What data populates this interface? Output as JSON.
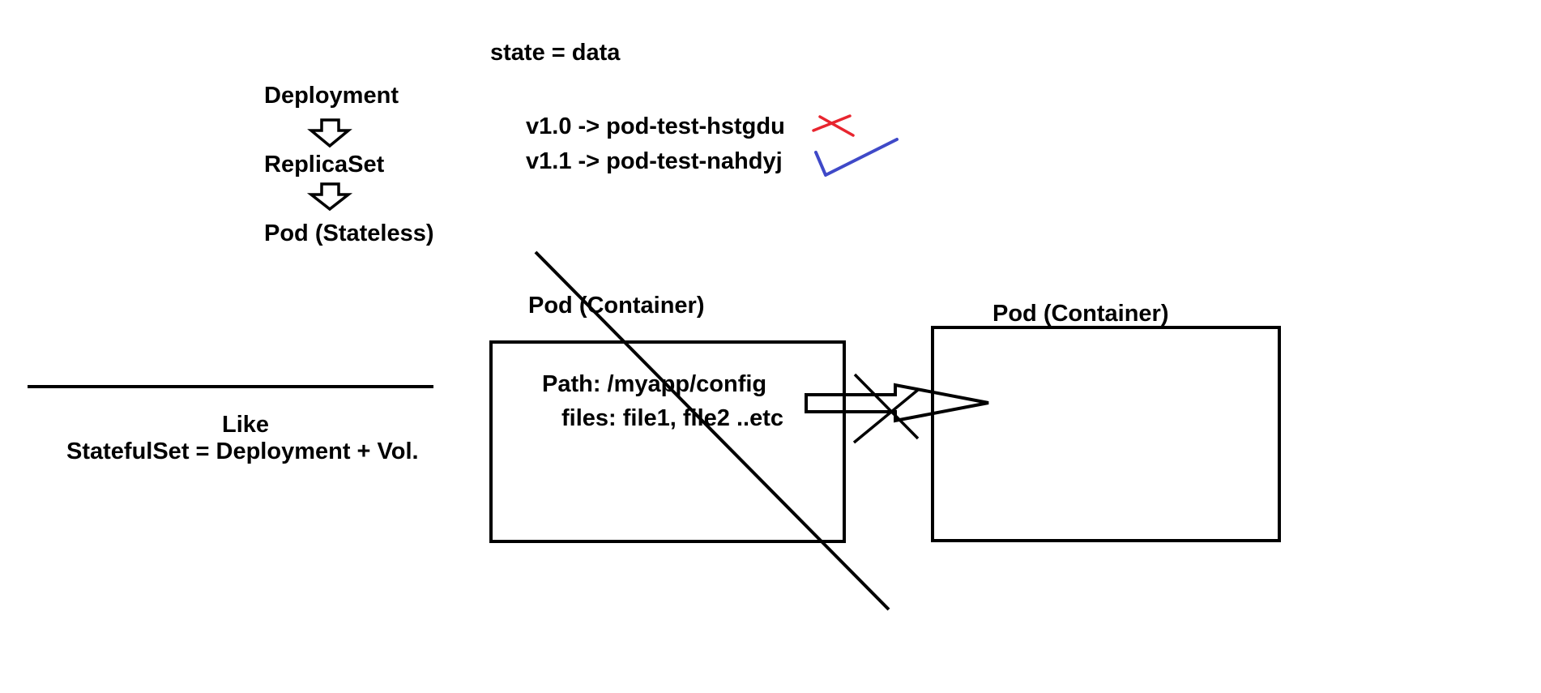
{
  "heading": "state = data",
  "hierarchy": {
    "deployment": "Deployment",
    "replicaset": "ReplicaSet",
    "pod": "Pod (Stateless)"
  },
  "versions": [
    {
      "text": "v1.0 -> pod-test-hstgdu",
      "mark": "cross",
      "mark_color": "#e8252f"
    },
    {
      "text": "v1.1 -> pod-test-nahdyj",
      "mark": "check",
      "mark_color": "#3f49c8"
    }
  ],
  "left_pod": {
    "title": "Pod (Container)",
    "path": "Path: /myapp/config",
    "files": "files: file1, file2 ..etc"
  },
  "right_pod": {
    "title": "Pod (Container)"
  },
  "note": {
    "like": "Like",
    "equation": "StatefulSet = Deployment + Vol."
  }
}
